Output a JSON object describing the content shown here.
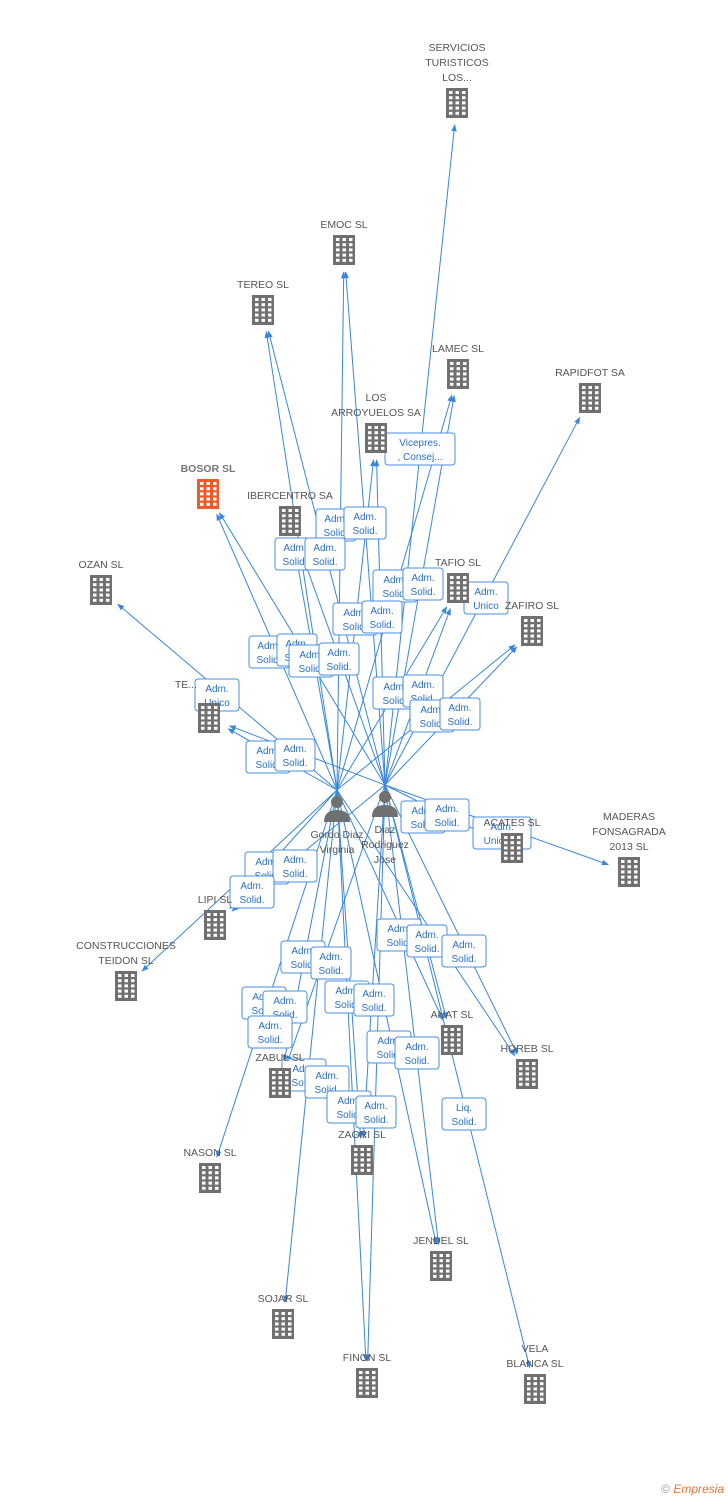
{
  "colors": {
    "edge": "#3a86dd",
    "company": "#707070",
    "focus_company": "#f05a28",
    "person": "#707070",
    "badge_border": "#4a8fe0",
    "badge_text": "#2a6fc9"
  },
  "people": [
    {
      "id": "p1",
      "lines": [
        "Gordo Diaz",
        "Virginia"
      ]
    },
    {
      "id": "p2",
      "lines": [
        "Diaz",
        "Rodriguez",
        "Jose"
      ]
    }
  ],
  "companies": [
    {
      "id": "servicios",
      "lines": [
        "SERVICIOS",
        "TURISTICOS",
        "LOS..."
      ]
    },
    {
      "id": "emoc",
      "lines": [
        "EMOC SL"
      ]
    },
    {
      "id": "tereo",
      "lines": [
        "TEREO SL"
      ]
    },
    {
      "id": "lamec",
      "lines": [
        "LAMEC SL"
      ]
    },
    {
      "id": "rapidfot",
      "lines": [
        "RAPIDFOT SA"
      ]
    },
    {
      "id": "losarroyuelos",
      "lines": [
        "LOS",
        "ARROYUELOS SA"
      ]
    },
    {
      "id": "bosor",
      "lines": [
        "BOSOR SL"
      ],
      "focus": true
    },
    {
      "id": "ibercentro",
      "lines": [
        "IBERCENTRO SA"
      ]
    },
    {
      "id": "ozan",
      "lines": [
        "OZAN SL"
      ]
    },
    {
      "id": "tafio",
      "lines": [
        "TAFIO SL"
      ]
    },
    {
      "id": "zafiro",
      "lines": [
        "ZAFIRO SL"
      ]
    },
    {
      "id": "te",
      "lines": [
        "TE..."
      ]
    },
    {
      "id": "acates",
      "lines": [
        "ACATES SL"
      ]
    },
    {
      "id": "maderas",
      "lines": [
        "MADERAS",
        "FONSAGRADA",
        "2013  SL"
      ]
    },
    {
      "id": "lipi",
      "lines": [
        "LIPI SL"
      ]
    },
    {
      "id": "construcciones",
      "lines": [
        "CONSTRUCCIONES",
        "TEIDON SL"
      ]
    },
    {
      "id": "anat",
      "lines": [
        "ANAT SL"
      ]
    },
    {
      "id": "horeb",
      "lines": [
        "HOREB SL"
      ]
    },
    {
      "id": "zabul",
      "lines": [
        "ZABUL SL"
      ]
    },
    {
      "id": "zagri",
      "lines": [
        "ZAGRI SL"
      ]
    },
    {
      "id": "nason",
      "lines": [
        "NASON SL"
      ]
    },
    {
      "id": "jendel",
      "lines": [
        "JENDEL SL"
      ]
    },
    {
      "id": "sojar",
      "lines": [
        "SOJAR SL"
      ]
    },
    {
      "id": "finon",
      "lines": [
        "FINON SL"
      ]
    },
    {
      "id": "vela",
      "lines": [
        "VELA",
        "BLANCA SL"
      ]
    }
  ],
  "edges": [
    {
      "from": "p2",
      "to": "servicios"
    },
    {
      "from": "p1",
      "to": "emoc"
    },
    {
      "from": "p2",
      "to": "emoc"
    },
    {
      "from": "p1",
      "to": "tereo"
    },
    {
      "from": "p2",
      "to": "tereo"
    },
    {
      "from": "p1",
      "to": "lamec"
    },
    {
      "from": "p2",
      "to": "lamec"
    },
    {
      "from": "p2",
      "to": "rapidfot"
    },
    {
      "from": "p1",
      "to": "losarroyuelos"
    },
    {
      "from": "p2",
      "to": "losarroyuelos"
    },
    {
      "from": "p1",
      "to": "bosor"
    },
    {
      "from": "p2",
      "to": "bosor"
    },
    {
      "from": "p1",
      "to": "ibercentro"
    },
    {
      "from": "p2",
      "to": "ibercentro"
    },
    {
      "from": "p1",
      "to": "ozan"
    },
    {
      "from": "p1",
      "to": "tafio"
    },
    {
      "from": "p2",
      "to": "tafio"
    },
    {
      "from": "p1",
      "to": "zafiro"
    },
    {
      "from": "p2",
      "to": "zafiro"
    },
    {
      "from": "p1",
      "to": "te"
    },
    {
      "from": "p2",
      "to": "te"
    },
    {
      "from": "p2",
      "to": "acates"
    },
    {
      "from": "p2",
      "to": "maderas"
    },
    {
      "from": "p1",
      "to": "lipi"
    },
    {
      "from": "p2",
      "to": "lipi"
    },
    {
      "from": "p1",
      "to": "construcciones"
    },
    {
      "from": "p1",
      "to": "anat"
    },
    {
      "from": "p2",
      "to": "anat"
    },
    {
      "from": "p1",
      "to": "horeb"
    },
    {
      "from": "p2",
      "to": "horeb"
    },
    {
      "from": "p1",
      "to": "zabul"
    },
    {
      "from": "p2",
      "to": "zabul"
    },
    {
      "from": "p1",
      "to": "zagri"
    },
    {
      "from": "p2",
      "to": "zagri"
    },
    {
      "from": "p1",
      "to": "nason"
    },
    {
      "from": "p1",
      "to": "jendel"
    },
    {
      "from": "p2",
      "to": "jendel"
    },
    {
      "from": "p1",
      "to": "sojar"
    },
    {
      "from": "p1",
      "to": "finon"
    },
    {
      "from": "p2",
      "to": "finon"
    },
    {
      "from": "p2",
      "to": "vela"
    }
  ],
  "badges": [
    {
      "id": "b1",
      "lines": [
        "Vicepres.",
        ", Consej..."
      ]
    },
    {
      "id": "b2",
      "lines": [
        "Adm.",
        "Solid."
      ]
    },
    {
      "id": "b3",
      "lines": [
        "Adm.",
        "Solid."
      ]
    },
    {
      "id": "b4",
      "lines": [
        "Adm.",
        "Solid."
      ]
    },
    {
      "id": "b5",
      "lines": [
        "Adm.",
        "Solid."
      ]
    },
    {
      "id": "b6",
      "lines": [
        "Adm.",
        "Solid."
      ]
    },
    {
      "id": "b7",
      "lines": [
        "Adm.",
        "Solid."
      ]
    },
    {
      "id": "b8",
      "lines": [
        "Adm.",
        "Unico"
      ]
    },
    {
      "id": "b9",
      "lines": [
        "Adm.",
        "Solid."
      ]
    },
    {
      "id": "b10",
      "lines": [
        "Adm.",
        "Solid."
      ]
    },
    {
      "id": "b11",
      "lines": [
        "Adm.",
        "Solid."
      ]
    },
    {
      "id": "b12",
      "lines": [
        "Adm.",
        "Solid."
      ]
    },
    {
      "id": "b13",
      "lines": [
        "Adm.",
        "Solid."
      ]
    },
    {
      "id": "b14",
      "lines": [
        "Adm.",
        "Solid."
      ]
    },
    {
      "id": "b15",
      "lines": [
        "Adm.",
        "Solid."
      ]
    },
    {
      "id": "b16",
      "lines": [
        "Adm.",
        "Solid."
      ]
    },
    {
      "id": "b17",
      "lines": [
        "Adm.",
        "Solid."
      ]
    },
    {
      "id": "b18",
      "lines": [
        "Adm.",
        "Unico"
      ]
    },
    {
      "id": "b19",
      "lines": [
        "Adm.",
        "Solid."
      ]
    },
    {
      "id": "b20",
      "lines": [
        "Adm.",
        "Solid."
      ]
    },
    {
      "id": "b21",
      "lines": [
        "Adm.",
        "Solid."
      ]
    },
    {
      "id": "b22",
      "lines": [
        "Adm.",
        "Solid."
      ]
    },
    {
      "id": "b23",
      "lines": [
        "Adm.",
        "Solid."
      ]
    },
    {
      "id": "b24",
      "lines": [
        "Adm.",
        "Unico,..."
      ]
    },
    {
      "id": "b25",
      "lines": [
        "Adm.",
        "Solid."
      ]
    },
    {
      "id": "b26",
      "lines": [
        "Adm.",
        "Solid."
      ]
    },
    {
      "id": "b27",
      "lines": [
        "Adm.",
        "Solid."
      ]
    },
    {
      "id": "b28",
      "lines": [
        "Adm.",
        "Solid."
      ]
    },
    {
      "id": "b29",
      "lines": [
        "Adm.",
        "Solid."
      ]
    },
    {
      "id": "b30",
      "lines": [
        "Adm.",
        "Solid."
      ]
    },
    {
      "id": "b31",
      "lines": [
        "Adm.",
        "Solid."
      ]
    },
    {
      "id": "b32",
      "lines": [
        "Adm.",
        "Solid."
      ]
    },
    {
      "id": "b33",
      "lines": [
        "Adm.",
        "Solid."
      ]
    },
    {
      "id": "b34",
      "lines": [
        "Adm.",
        "Solid."
      ]
    },
    {
      "id": "b35",
      "lines": [
        "Adm.",
        "Solid."
      ]
    },
    {
      "id": "b36",
      "lines": [
        "Adm.",
        "Solid."
      ]
    },
    {
      "id": "b37",
      "lines": [
        "Adm.",
        "Solid."
      ]
    },
    {
      "id": "b38",
      "lines": [
        "Adm.",
        "Solid."
      ]
    },
    {
      "id": "b39",
      "lines": [
        "Adm.",
        "Solid."
      ]
    },
    {
      "id": "b40",
      "lines": [
        "Adm.",
        "Solid."
      ]
    },
    {
      "id": "b41",
      "lines": [
        "Adm.",
        "Solid."
      ]
    },
    {
      "id": "b42",
      "lines": [
        "Adm.",
        "Solid."
      ]
    },
    {
      "id": "b43",
      "lines": [
        "Adm.",
        "Solid."
      ]
    },
    {
      "id": "b44",
      "lines": [
        "Liq.",
        "Solid."
      ]
    }
  ],
  "footer": {
    "copyright": "©",
    "brand": "Empresia"
  }
}
